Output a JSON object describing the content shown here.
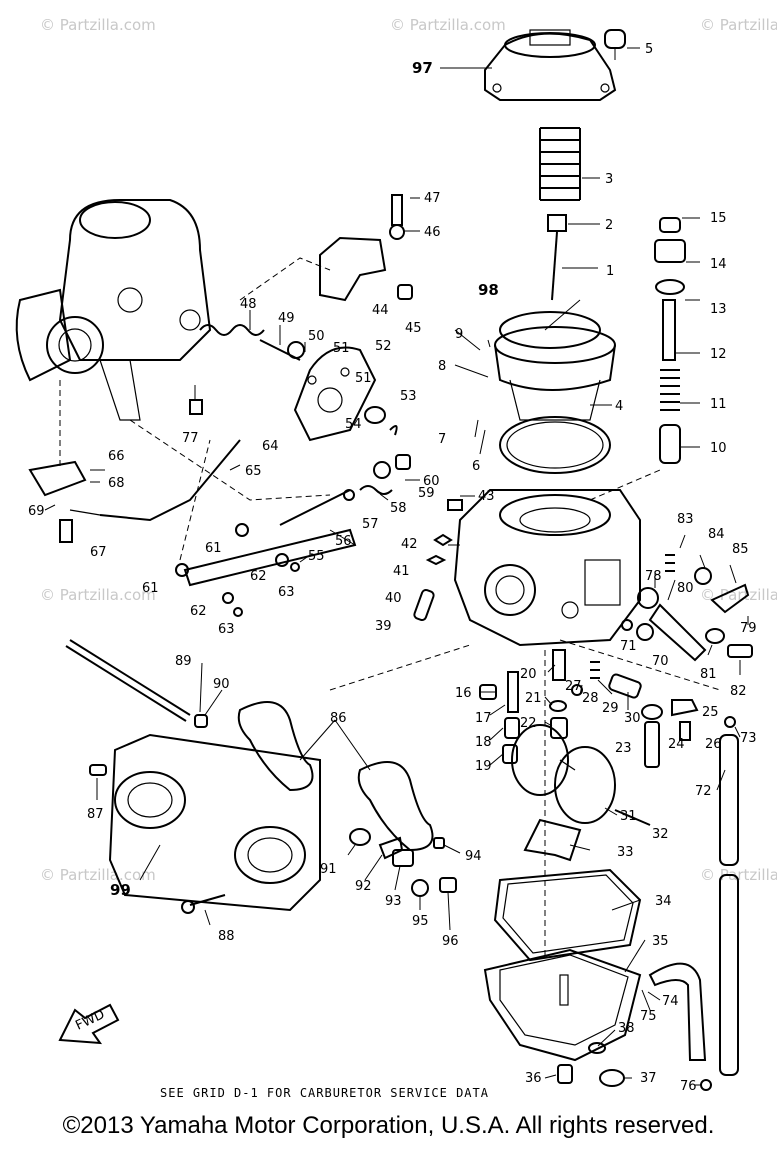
{
  "diagram": {
    "labels": [
      "1",
      "2",
      "3",
      "4",
      "5",
      "6",
      "7",
      "8",
      "9",
      "10",
      "11",
      "12",
      "13",
      "14",
      "15",
      "16",
      "17",
      "18",
      "19",
      "20",
      "21",
      "22",
      "23",
      "24",
      "25",
      "26",
      "27",
      "28",
      "29",
      "30",
      "31",
      "32",
      "33",
      "34",
      "35",
      "36",
      "37",
      "38",
      "39",
      "40",
      "41",
      "42",
      "43",
      "44",
      "45",
      "46",
      "47",
      "48",
      "49",
      "50",
      "51",
      "51",
      "52",
      "53",
      "54",
      "55",
      "56",
      "57",
      "58",
      "59",
      "60",
      "61",
      "61",
      "62",
      "62",
      "63",
      "63",
      "64",
      "65",
      "66",
      "67",
      "68",
      "69",
      "70",
      "71",
      "72",
      "73",
      "74",
      "75",
      "76",
      "77",
      "78",
      "79",
      "80",
      "81",
      "82",
      "83",
      "84",
      "85",
      "86",
      "87",
      "88",
      "89",
      "90",
      "91",
      "92",
      "93",
      "94",
      "95",
      "96",
      "97",
      "98",
      "99"
    ],
    "service_note": "SEE GRID D-1 FOR CARBURETOR SERVICE DATA",
    "fwd_marker": "FWD",
    "watermark": "© Partzilla.com"
  },
  "footer": {
    "copyright": "©2013 Yamaha Motor Corporation, U.S.A. All rights reserved."
  }
}
